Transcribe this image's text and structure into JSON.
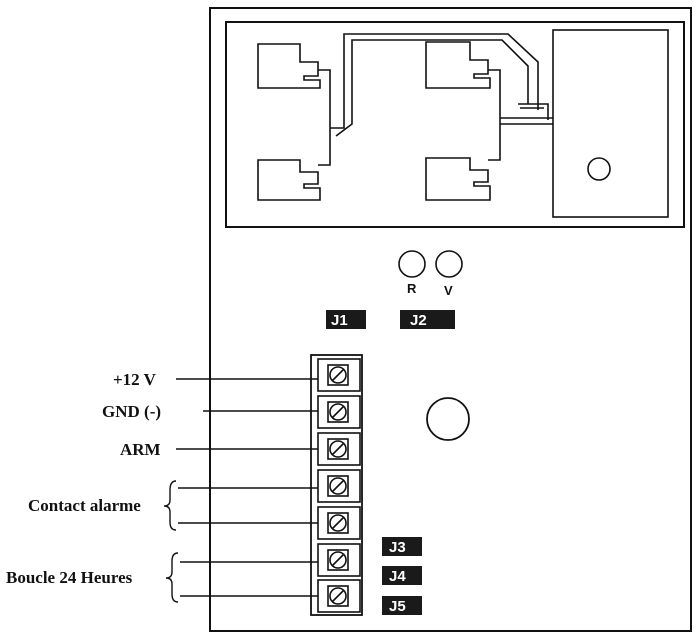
{
  "terminals": {
    "plus12v": "+12 V",
    "gnd": "GND (-)",
    "arm": "ARM",
    "contact_alarme": "Contact alarme",
    "boucle_24h": "Boucle 24 Heures"
  },
  "leds": {
    "red": "R",
    "green": "V"
  },
  "jumpers": {
    "j1": "J1",
    "j2": "J2",
    "j3": "J3",
    "j4": "J4",
    "j5": "J5"
  },
  "colors": {
    "line": "#111111",
    "jumper_fill": "#1a1a1a",
    "background": "#ffffff"
  }
}
